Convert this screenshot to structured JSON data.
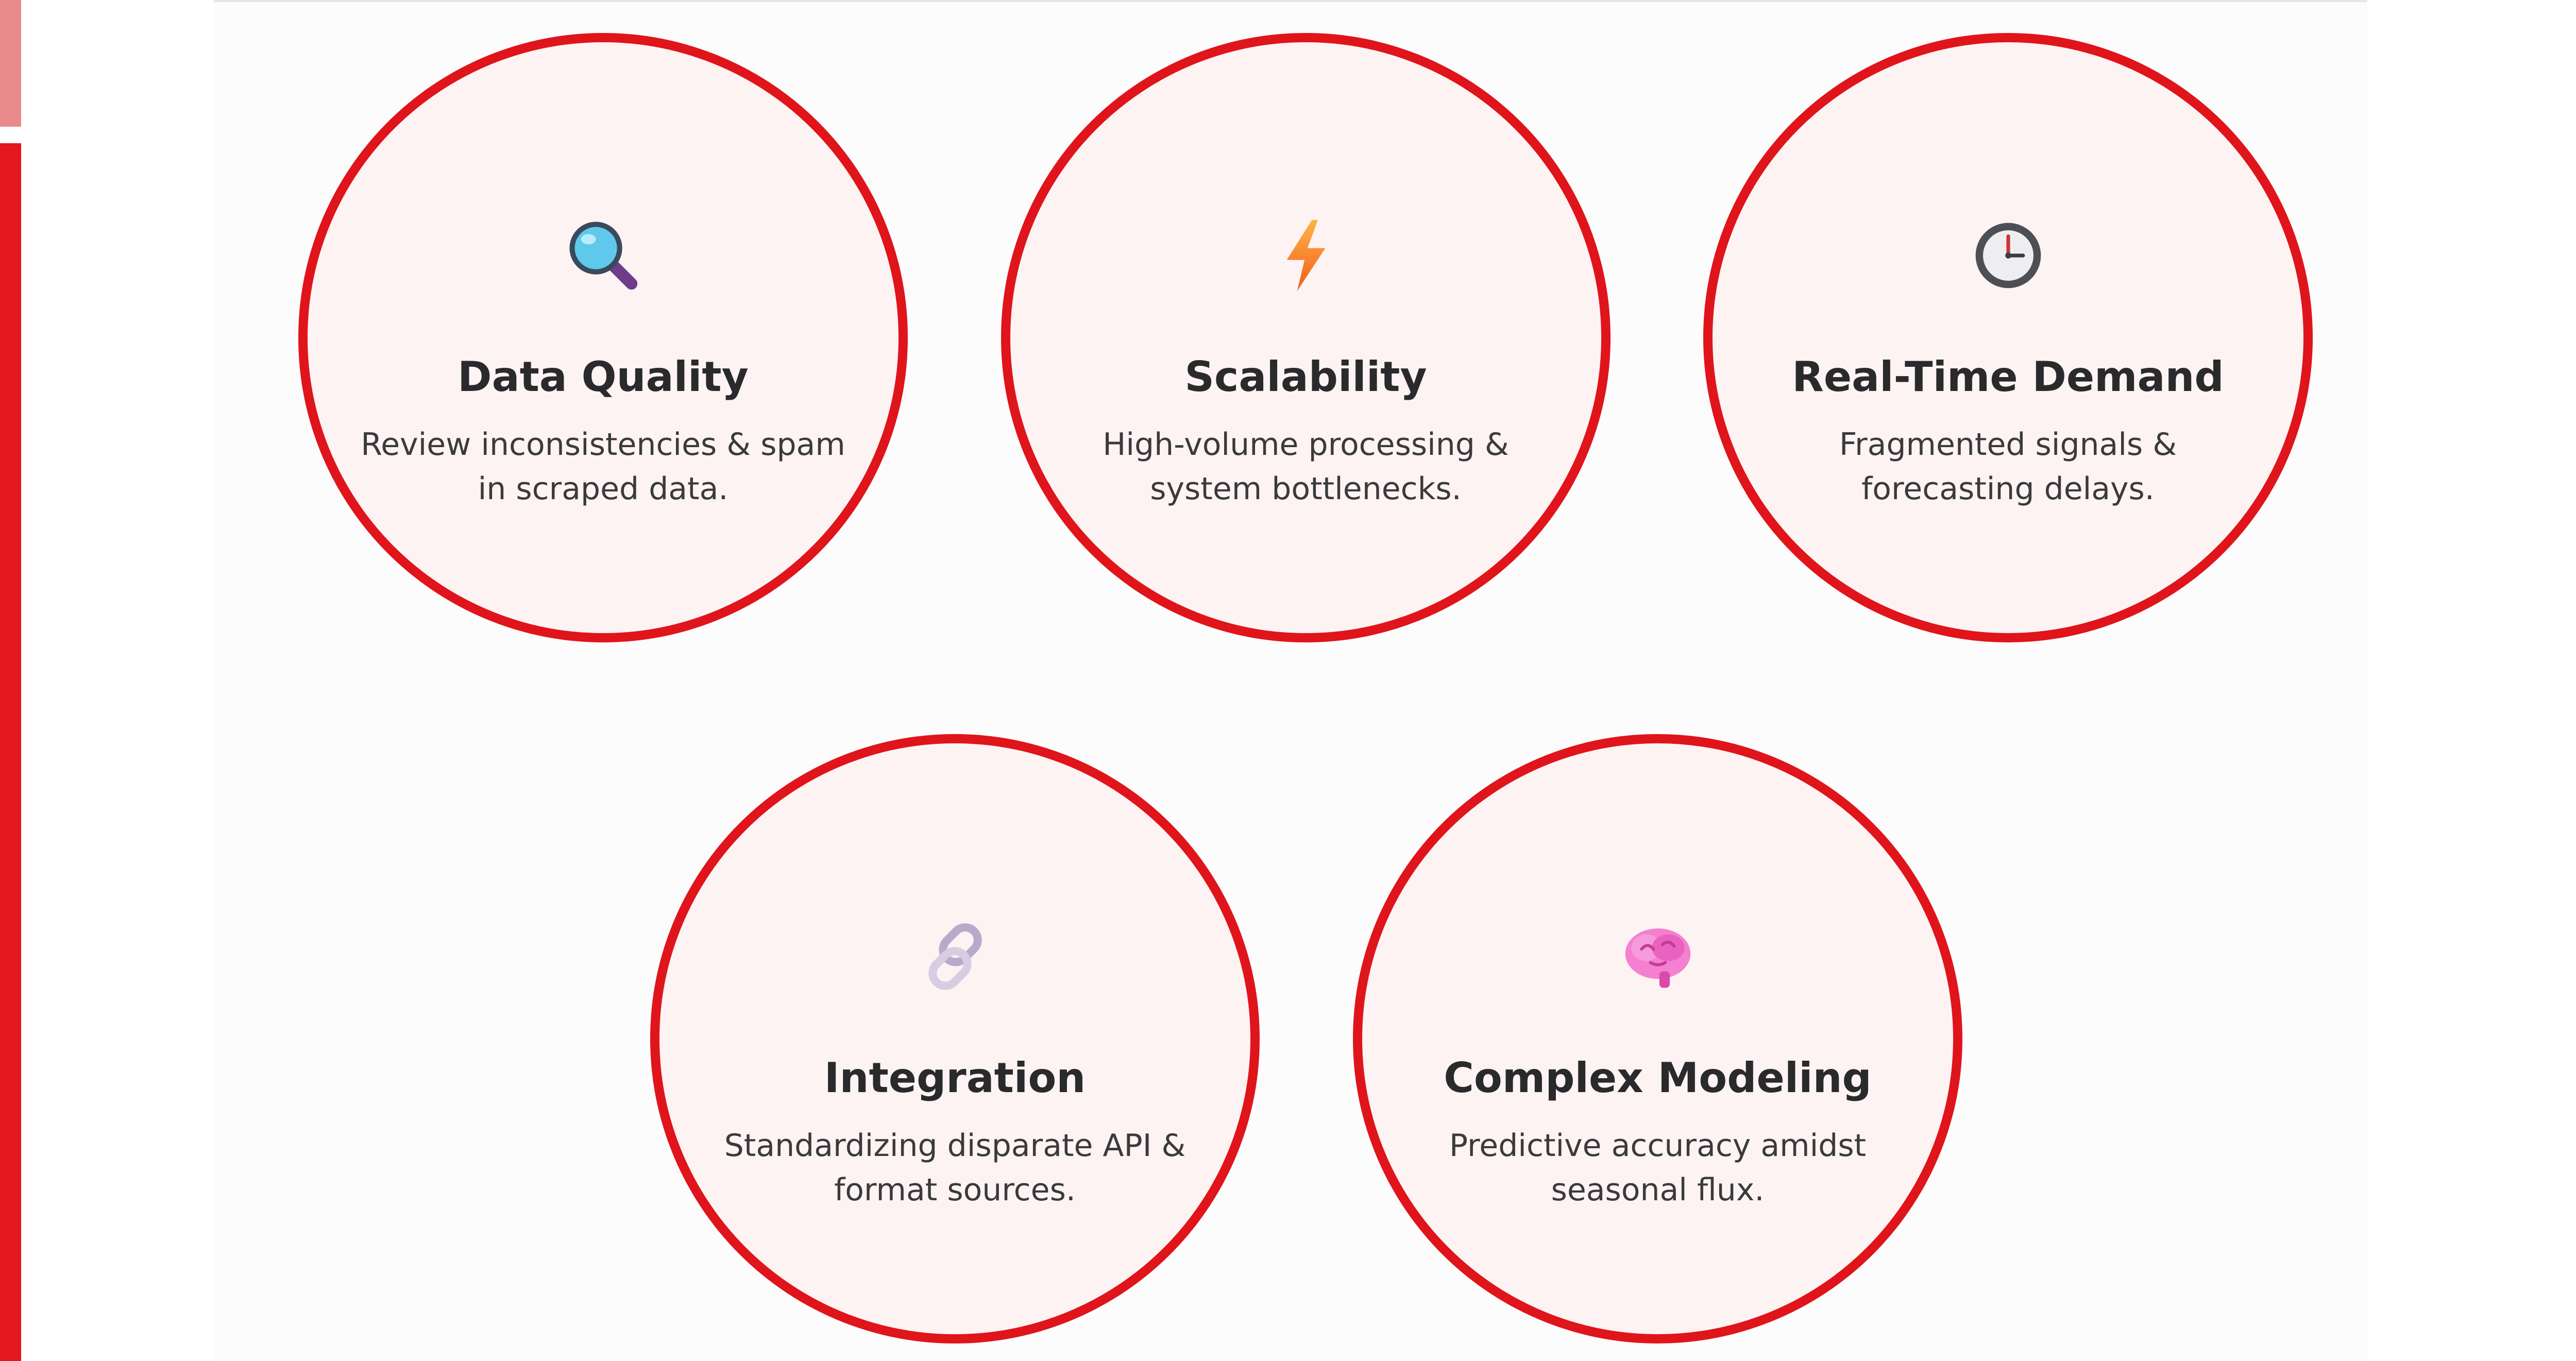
{
  "cards": [
    {
      "title": "Data Quality",
      "description": "Review inconsistencies & spam in scraped data.",
      "icon": "magnifying-glass-icon"
    },
    {
      "title": "Scalability",
      "description": "High-volume processing & system bottlenecks.",
      "icon": "lightning-bolt-icon"
    },
    {
      "title": "Real-Time Demand",
      "description": "Fragmented signals & forecasting delays.",
      "icon": "clock-icon"
    },
    {
      "title": "Integration",
      "description": "Standardizing disparate API & format sources.",
      "icon": "link-icon"
    },
    {
      "title": "Complex Modeling",
      "description": "Predictive accuracy amidst seasonal flux.",
      "icon": "brain-icon"
    }
  ],
  "colors": {
    "accent": "#e0141b",
    "card_fill": "#fdf3f3",
    "title_text": "#2a2a2c",
    "body_text": "#3a3a3c"
  }
}
